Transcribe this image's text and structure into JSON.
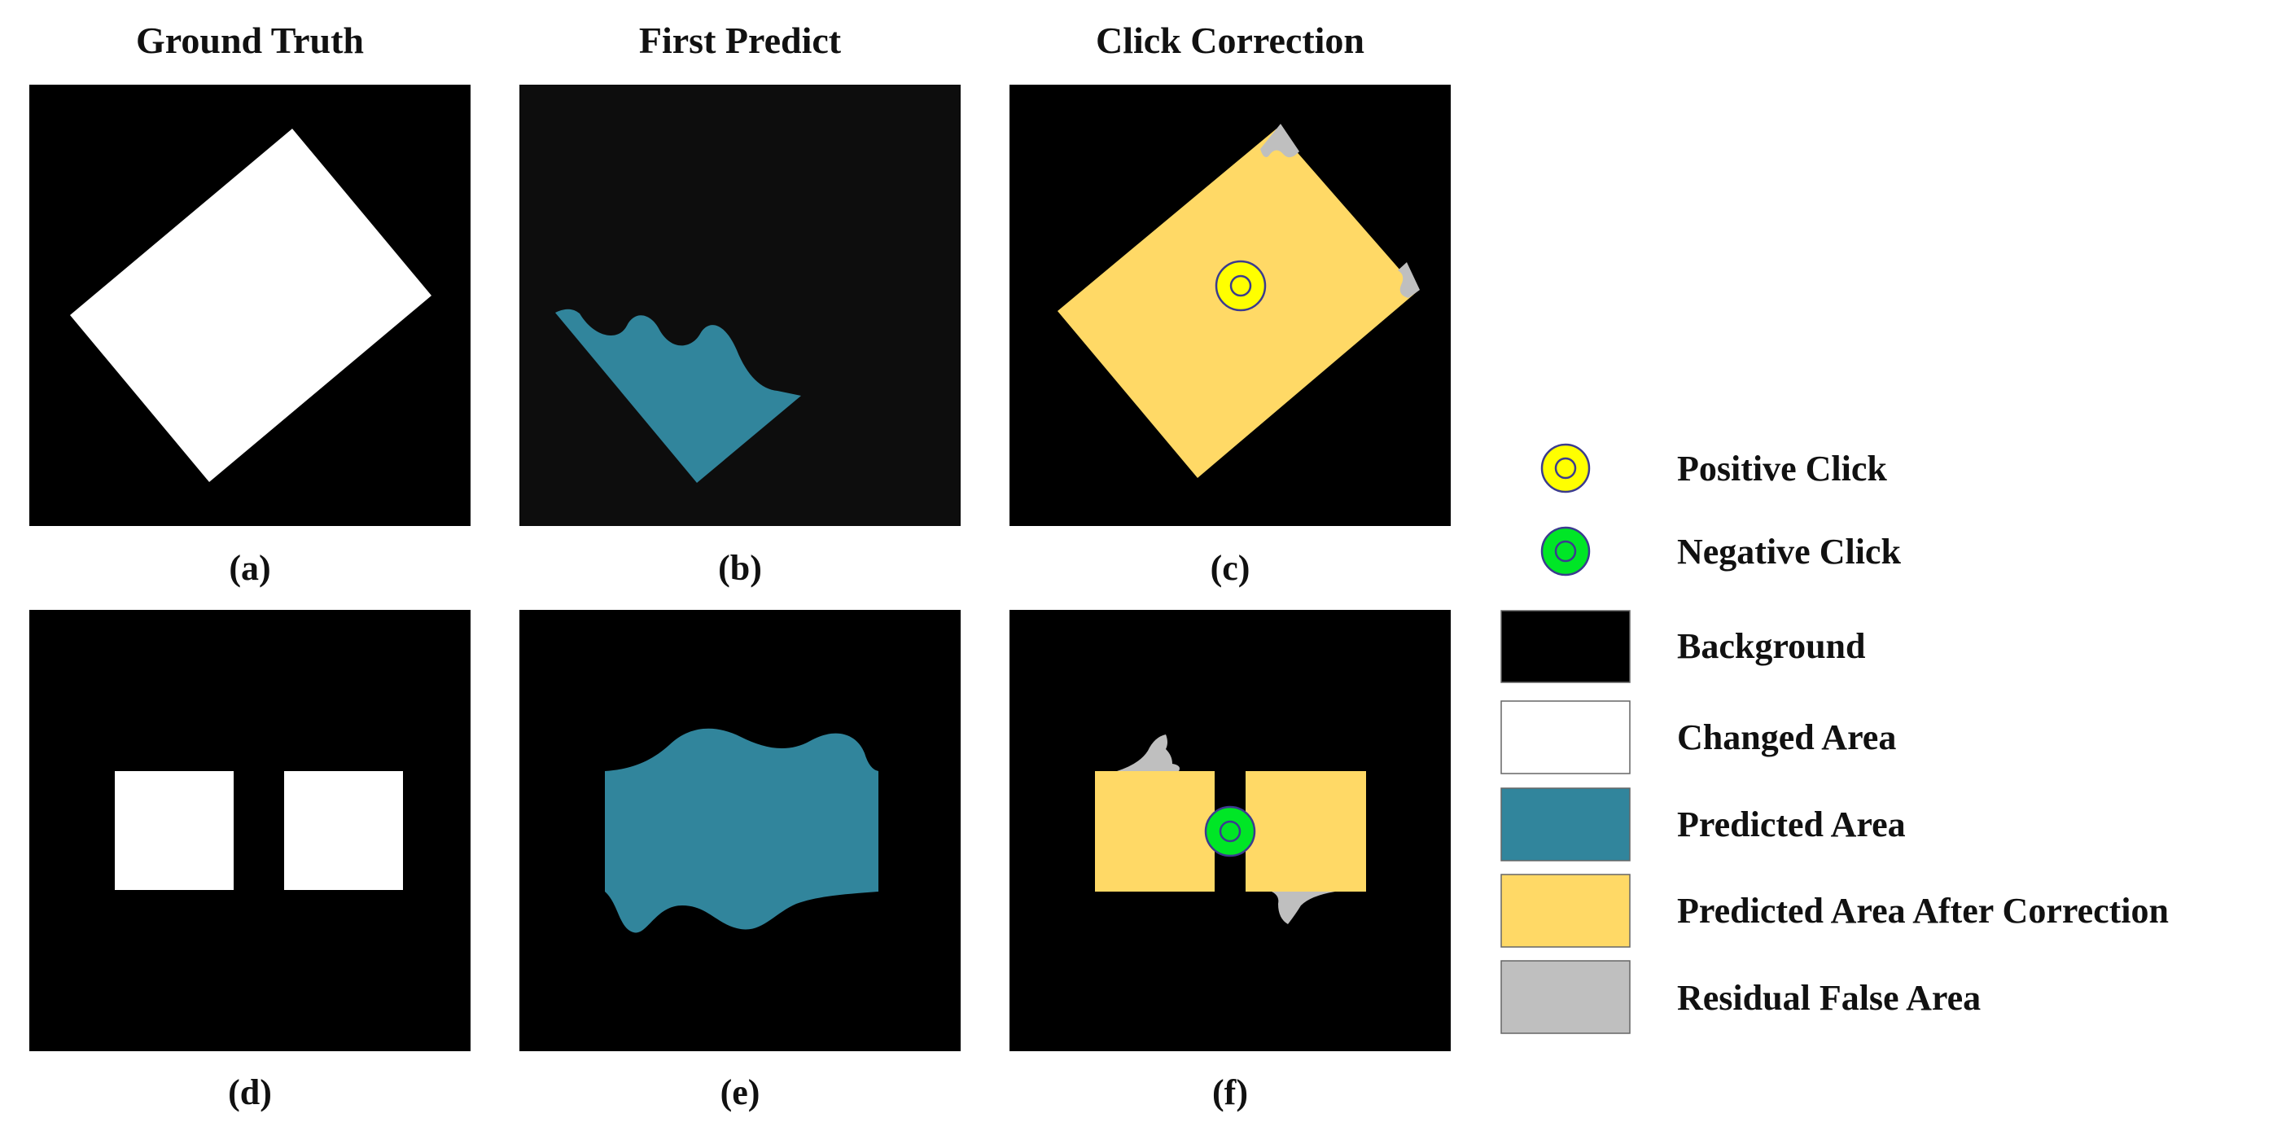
{
  "columns": {
    "ground_truth": "Ground Truth",
    "first_predict": "First Predict",
    "click_correction": "Click Correction"
  },
  "panels": {
    "a": "(a)",
    "b": "(b)",
    "c": "(c)",
    "d": "(d)",
    "e": "(e)",
    "f": "(f)"
  },
  "legend": {
    "positive_click": "Positive Click",
    "negative_click": "Negative Click",
    "background": "Background",
    "changed_area": "Changed Area",
    "predicted_area": "Predicted Area",
    "predicted_after_correction": "Predicted Area After Correction",
    "residual_false_area": "Residual False Area"
  },
  "colors": {
    "background": "#000000",
    "background_first_predict": "#0d0d0d",
    "changed_area": "#ffffff",
    "predicted_area": "#31859c",
    "predicted_after_correction": "#ffd966",
    "residual_false_area": "#bfbfbf",
    "positive_click": "#ffff00",
    "negative_click": "#00e626",
    "click_ring": "#3b3b8f"
  }
}
